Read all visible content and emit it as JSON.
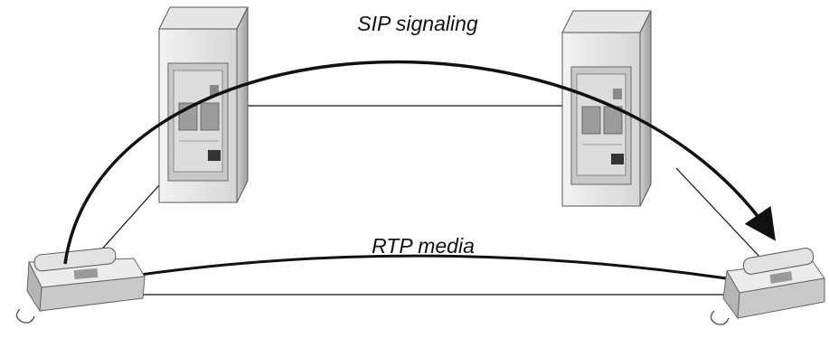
{
  "labels": {
    "signaling": "SIP signaling",
    "media": "RTP media"
  },
  "colors": {
    "line": "#111111",
    "server_light": "#e8e8e8",
    "server_mid": "#cfcfcf",
    "server_dark": "#a9a9a9",
    "phone_light": "#ececec",
    "phone_dark": "#bdbdbd"
  },
  "nodes": [
    {
      "name": "server-left",
      "icon": "server-cabinet-icon"
    },
    {
      "name": "server-right",
      "icon": "server-cabinet-icon"
    },
    {
      "name": "phone-left",
      "icon": "desk-phone-icon"
    },
    {
      "name": "phone-right",
      "icon": "desk-phone-icon"
    }
  ]
}
